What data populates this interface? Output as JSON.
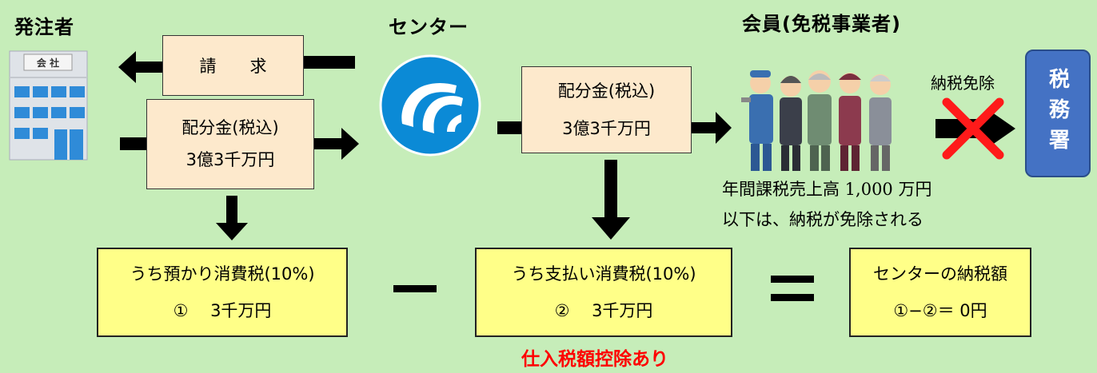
{
  "headers": {
    "orderer": "発注者",
    "center": "センター",
    "member": "会員(免税事業者)"
  },
  "company_sign": "会 社",
  "boxes": {
    "invoice": "請　　求",
    "alloc_left_l1": "配分金(税込)",
    "alloc_left_l2": "3億3千万円",
    "alloc_right_l1": "配分金(税込)",
    "alloc_right_l2": "3億3千万円",
    "tax_office": "税務署",
    "received_tax_l1": "うち預かり消費税(10%)",
    "received_tax_l2": "①　 3千万円",
    "paid_tax_l1": "うち支払い消費税(10%)",
    "paid_tax_l2": "②　 3千万円",
    "center_tax_l1": "センターの納税額",
    "center_tax_l2": "①−②＝ 0円"
  },
  "labels": {
    "exempt": "納税免除",
    "note_l1": "年間課税売上高 1,000 万円",
    "note_l2": "以下は、納税が免除される",
    "deduction": "仕入税額控除あり"
  },
  "operators": {
    "minus": "−",
    "equals": "＝"
  },
  "colors": {
    "background": "#c6edb9",
    "peach_box": "#fde9cc",
    "yellow_box": "#ffff88",
    "tax_office": "#4472c4",
    "logo": "#0b8ad6",
    "cross": "#ff1a1a",
    "deduction_text": "#ff0000"
  }
}
